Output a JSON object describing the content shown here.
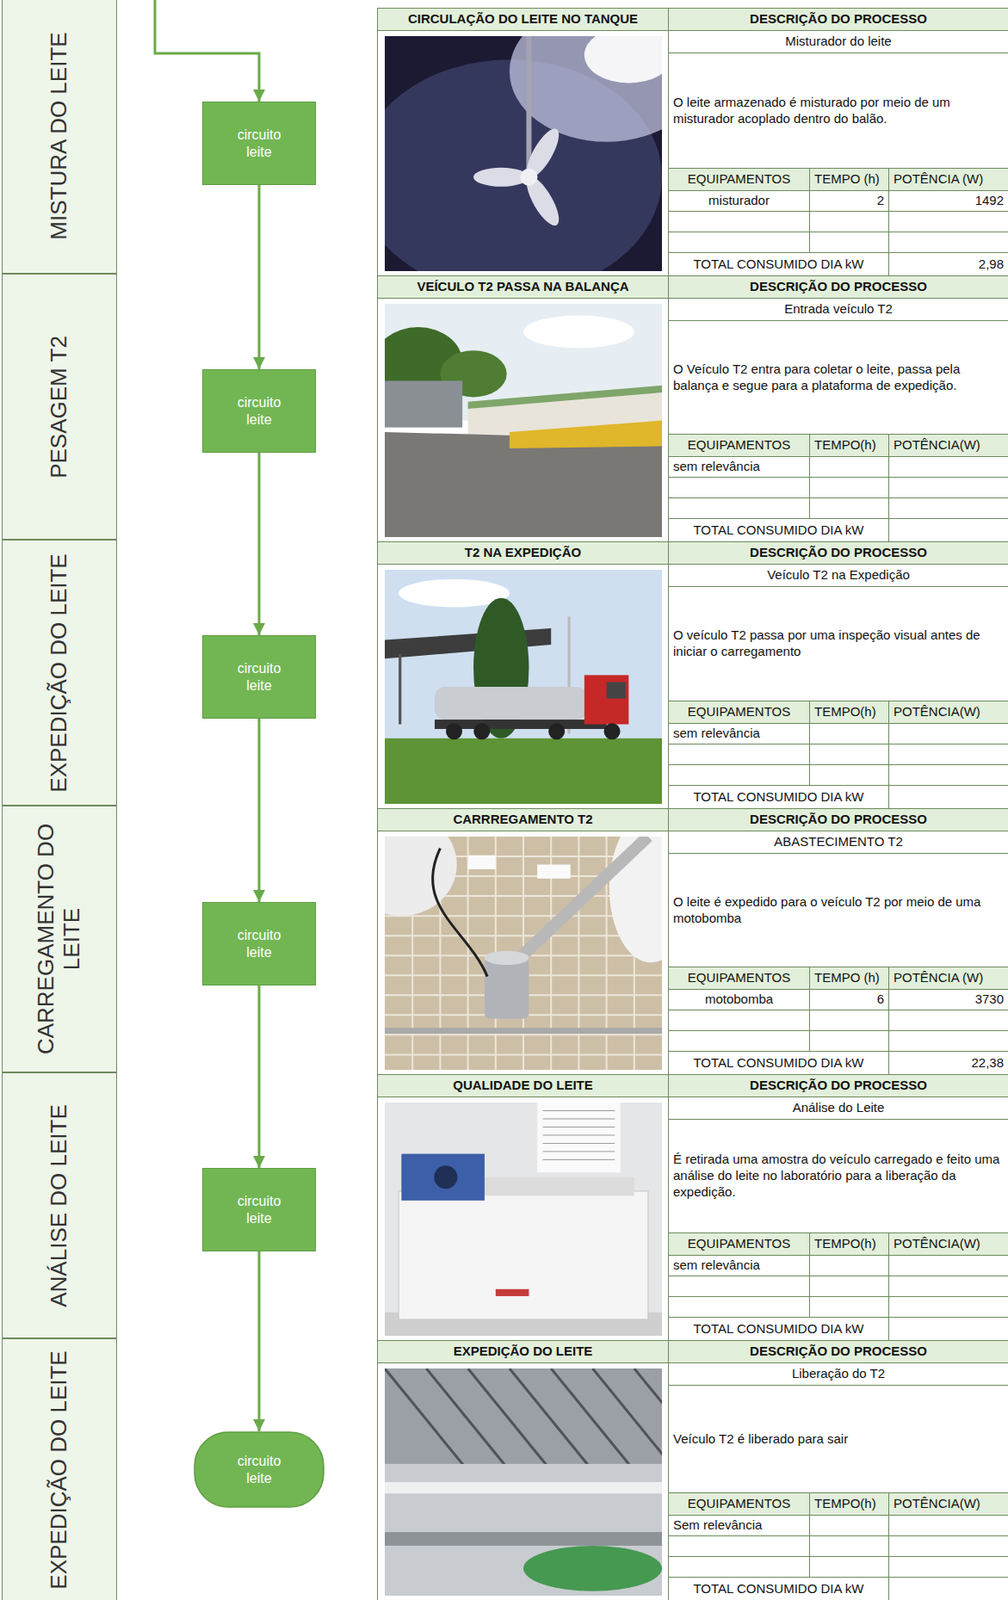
{
  "diagram": {
    "nodes": [
      {
        "text": [
          "MISTURA DO LEITE"
        ]
      },
      {
        "text": [
          "circuito leite"
        ]
      },
      {
        "text": [
          "CIRCULAÇÃO DO LEITE NO TANQUE",
          "DESCRIÇÃO DO PROCESSO",
          "Misturador do leite",
          "O leite armazenado é misturado por meio de um misturador acoplado dentro do balão.",
          "EQUIPAMENTOS",
          "TEMPO (h)",
          "POTÊNCIA (W)",
          "misturador",
          "2",
          "1492",
          "TOTAL CONSUMIDO DIA kW",
          "2,98"
        ]
      },
      {
        "text": [
          "PESAGEM T2"
        ]
      },
      {
        "text": [
          "circuito leite"
        ]
      },
      {
        "text": [
          "VEÍCULO T2 PASSA NA BALANÇA",
          "DESCRIÇÃO DO PROCESSO",
          "Entrada veículo T2",
          "O Veículo T2 entra para coletar o leite, passa pela balança e segue para a plataforma de expedição.",
          "EQUIPAMENTOS",
          "TEMPO(h)",
          "POTÊNCIA(W)",
          "sem relevância",
          "TOTAL CONSUMIDO DIA kW"
        ]
      },
      {
        "text": [
          "EXPEDIÇÃO DO LEITE"
        ]
      },
      {
        "text": [
          "circuito leite"
        ]
      },
      {
        "text": [
          "T2 NA EXPEDIÇÃO",
          "DESCRIÇÃO DO PROCESSO",
          "Veículo T2 na Expedição",
          "O veículo T2 passa por uma inspeção visual antes de iniciar o carregamento",
          "EQUIPAMENTOS",
          "TEMPO(h)",
          "POTÊNCIA(W)",
          "sem relevância",
          "TOTAL CONSUMIDO DIA kW"
        ]
      },
      {
        "text": [
          "CARREGAMENTO DO LEITE"
        ]
      },
      {
        "text": [
          "circuito leite"
        ]
      },
      {
        "text": [
          "CARRREGAMENTO T2",
          "DESCRIÇÃO DO PROCESSO",
          "ABASTECIMENTO T2",
          "O leite é expedido para o veículo T2 por meio de uma motobomba",
          "EQUIPAMENTOS",
          "TEMPO (h)",
          "POTÊNCIA (W)",
          "motobomba",
          "6",
          "3730",
          "TOTAL CONSUMIDO DIA kW",
          "22,38"
        ]
      },
      {
        "text": [
          "ANÁLISE DO LEITE"
        ]
      },
      {
        "text": [
          "circuito leite"
        ]
      },
      {
        "text": [
          "QUALIDADE DO LEITE",
          "DESCRIÇÃO DO PROCESSO",
          "Análise do Leite",
          "É retirada uma amostra do veículo carregado e feito uma análise do leite no laboratório para a liberação da expedição.",
          "EQUIPAMENTOS",
          "TEMPO(h)",
          "POTÊNCIA(W)",
          "sem relevância",
          "TOTAL CONSUMIDO DIA kW"
        ]
      },
      {
        "text": [
          "EXPEDIÇÃO DO LEITE"
        ]
      },
      {
        "text": [
          "circuito leite"
        ]
      },
      {
        "text": [
          "EXPEDIÇÃO DO LEITE",
          "DESCRIÇÃO DO PROCESSO",
          "Liberação do T2",
          "Veículo T2 é liberado para sair",
          "EQUIPAMENTOS",
          "TEMPO(h)",
          "POTÊNCIA(W)",
          "Sem relevância",
          "TOTAL CONSUMIDO DIA kW"
        ]
      }
    ],
    "edges": [
      {
        "from": 1,
        "to": 4,
        "arrow": "to"
      },
      {
        "from": 4,
        "to": 7,
        "arrow": "to"
      },
      {
        "from": 7,
        "to": 10,
        "arrow": "to"
      },
      {
        "from": 10,
        "to": 13,
        "arrow": "to"
      },
      {
        "from": 13,
        "to": 16,
        "arrow": "to"
      }
    ]
  }
}
